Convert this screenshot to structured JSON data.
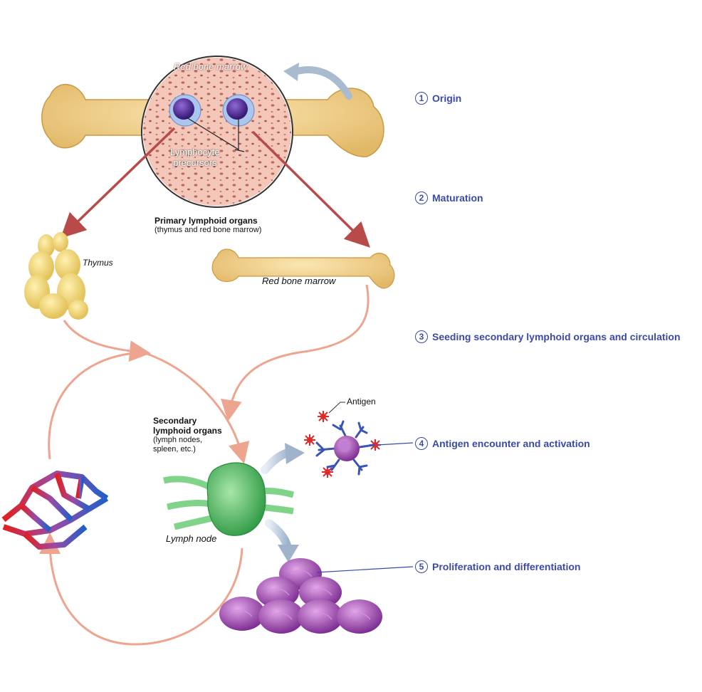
{
  "colors": {
    "step_text": "#3a4aa6",
    "arrow_dark": "#b84a4a",
    "arrow_light": "#eda58f",
    "bone": "#f3d48c",
    "marrow": "#f2c4b4",
    "lymph_node": "#5cc46a",
    "cell": "#9b4fb0"
  },
  "labels": {
    "circle_marrow": "Red bone marrow",
    "precursors_line1": "Lymphocyte",
    "precursors_line2": "precursors",
    "primary_title": "Primary lymphoid organs",
    "primary_sub": "(thymus and red bone marrow)",
    "thymus": "Thymus",
    "bone_marrow": "Red bone marrow",
    "secondary_title_line1": "Secondary",
    "secondary_title_line2": "lymphoid organs",
    "secondary_sub_line1": "(lymph nodes,",
    "secondary_sub_line2": "spleen, etc.)",
    "lymph_node": "Lymph node",
    "antigen": "Antigen"
  },
  "steps": [
    {
      "num": "1",
      "label": "Origin"
    },
    {
      "num": "2",
      "label": "Maturation"
    },
    {
      "num": "3",
      "label": "Seeding secondary lymphoid organs and circulation"
    },
    {
      "num": "4",
      "label": "Antigen encounter and activation"
    },
    {
      "num": "5",
      "label": "Proliferation and differentiation"
    }
  ]
}
